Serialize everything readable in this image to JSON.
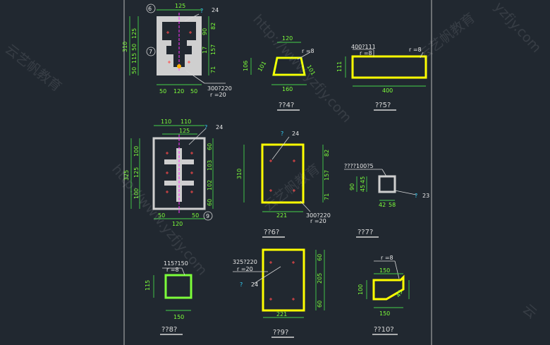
{
  "sections": [
    {
      "label": "??4?",
      "dims": [
        "120",
        "r =8",
        "106",
        "101",
        "101",
        "160"
      ]
    },
    {
      "label": "??5?",
      "dims": [
        "400?111",
        "r =8",
        "r =8",
        "111",
        "400"
      ]
    },
    {
      "label": "??6?",
      "dims": [
        "?",
        "24",
        "82",
        "157",
        "71",
        "310",
        "221",
        "300?220",
        "r =20"
      ]
    },
    {
      "label": "??7?",
      "dims": [
        "????100?5",
        "90",
        "45",
        "45",
        "42",
        "58",
        "?",
        "23"
      ]
    },
    {
      "label": "??8?",
      "dims": [
        "115?150",
        "r =8",
        "115",
        "150"
      ]
    },
    {
      "label": "??9?",
      "dims": [
        "325?220",
        "r =20",
        "?",
        "24",
        "205",
        "60",
        "60",
        "221"
      ]
    },
    {
      "label": "??10?",
      "dims": [
        "r =8",
        "150",
        "100",
        "150",
        "45"
      ]
    }
  ],
  "pier_top": {
    "callouts": [
      "6",
      "7"
    ],
    "dims_top": [
      "125",
      "?",
      "24"
    ],
    "dims_left": [
      "310",
      "125",
      "50",
      "115",
      "50"
    ],
    "dims_right": [
      "90",
      "82",
      "17",
      "157",
      "71"
    ],
    "dims_bottom": [
      "50",
      "120",
      "50"
    ],
    "note": [
      "300?220",
      "r =20"
    ]
  },
  "pier_mid": {
    "callout": "9",
    "dims_top": [
      "110",
      "110",
      "125",
      "?",
      "24"
    ],
    "dims_left": [
      "325",
      "100",
      "125",
      "100"
    ],
    "dims_right": [
      "60",
      "103",
      "102",
      "60"
    ],
    "dims_bottom": [
      "50",
      "120",
      "50"
    ]
  },
  "watermarks": [
    "http://www.yzfjy.com",
    "云艺帆教育",
    "yzfjy.com",
    "云艺帆教育",
    "云艺帆教育",
    "http://www.yzfjy.com",
    "云"
  ],
  "colors": {
    "background": "#212830",
    "outline_yellow": "#ffff00",
    "outline_green": "#7dff3a",
    "dimension": "#45d24a",
    "text": "#d8d8d8"
  }
}
